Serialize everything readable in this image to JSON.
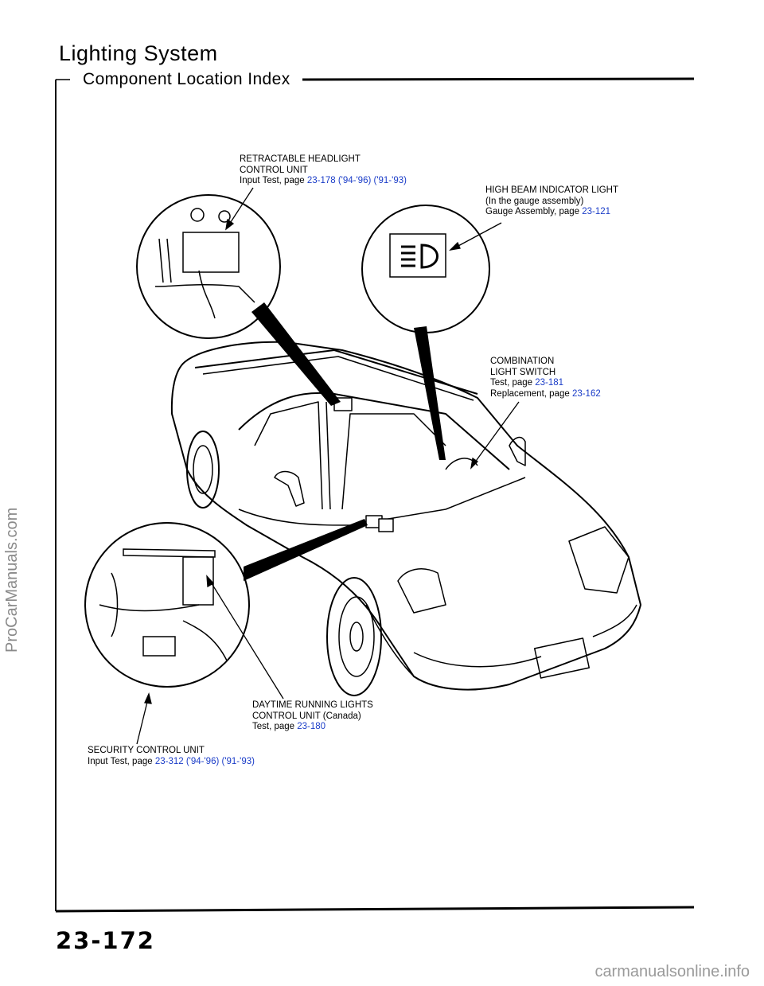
{
  "header": {
    "title": "Lighting System",
    "subtitle": "Component Location Index"
  },
  "callouts": {
    "retractable": {
      "line1": "RETRACTABLE HEADLIGHT",
      "line2": "CONTROL UNIT",
      "line3_prefix": "Input Test, page ",
      "line3_link": "23-178 ('94-'96) ('91-'93)"
    },
    "high_beam": {
      "line1": "HIGH BEAM INDICATOR LIGHT",
      "line2": "(In the gauge assembly)",
      "line3_prefix": "Gauge Assembly, page ",
      "line3_link": "23-121"
    },
    "combination": {
      "line1": "COMBINATION",
      "line2": "LIGHT SWITCH",
      "line3_prefix": "Test, page ",
      "line3_link": "23-181",
      "line4_prefix": "Replacement, page ",
      "line4_link": "23-162"
    },
    "daytime": {
      "line1": "DAYTIME RUNNING LIGHTS",
      "line2": "CONTROL UNIT (Canada)",
      "line3_prefix": "Test, page ",
      "line3_link": "23-180"
    },
    "security": {
      "line1": "SECURITY CONTROL UNIT",
      "line2_prefix": "Input Test, page ",
      "line2_link": "23-312 ('94-'96) ('91-'93)"
    }
  },
  "footer": {
    "page_number": "23-172",
    "site": "carmanualsonline.info"
  },
  "watermark": "ProCarManuals.com",
  "colors": {
    "link": "#1a3cc8",
    "ink": "#000000",
    "watermark": "#8a8a8a"
  }
}
